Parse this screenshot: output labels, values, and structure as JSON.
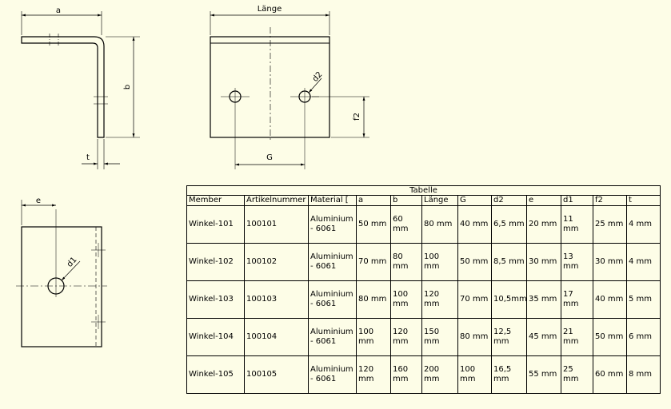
{
  "views": {
    "side": {
      "dims": {
        "a": "a",
        "b": "b",
        "t": "t"
      }
    },
    "front": {
      "dims": {
        "laenge": "Länge",
        "f2": "f2",
        "G": "G",
        "d2": "d2"
      }
    },
    "top": {
      "dims": {
        "e": "e",
        "d1": "d1"
      }
    }
  },
  "table": {
    "title": "Tabelle",
    "columns": [
      "Member",
      "Artikelnummer",
      "Material [",
      "a",
      "b",
      "Länge",
      "G",
      "d2",
      "e",
      "d1",
      "f2",
      "t"
    ],
    "rows": [
      [
        "Winkel-101",
        "100101",
        "Aluminium - 6061",
        "50 mm",
        "60 mm",
        "80 mm",
        "40 mm",
        "6,5 mm",
        "20 mm",
        "11 mm",
        "25 mm",
        "4 mm"
      ],
      [
        "Winkel-102",
        "100102",
        "Aluminium - 6061",
        "70 mm",
        "80 mm",
        "100 mm",
        "50 mm",
        "8,5 mm",
        "30 mm",
        "13 mm",
        "30 mm",
        "4 mm"
      ],
      [
        "Winkel-103",
        "100103",
        "Aluminium - 6061",
        "80 mm",
        "100 mm",
        "120 mm",
        "70 mm",
        "10,5mm",
        "35 mm",
        "17 mm",
        "40 mm",
        "5 mm"
      ],
      [
        "Winkel-104",
        "100104",
        "Aluminium - 6061",
        "100 mm",
        "120 mm",
        "150 mm",
        "80 mm",
        "12,5 mm",
        "45 mm",
        "21 mm",
        "50 mm",
        "6 mm"
      ],
      [
        "Winkel-105",
        "100105",
        "Aluminium - 6061",
        "120 mm",
        "160 mm",
        "200 mm",
        "100 mm",
        "16,5 mm",
        "55 mm",
        "25 mm",
        "60 mm",
        "8 mm"
      ]
    ]
  }
}
